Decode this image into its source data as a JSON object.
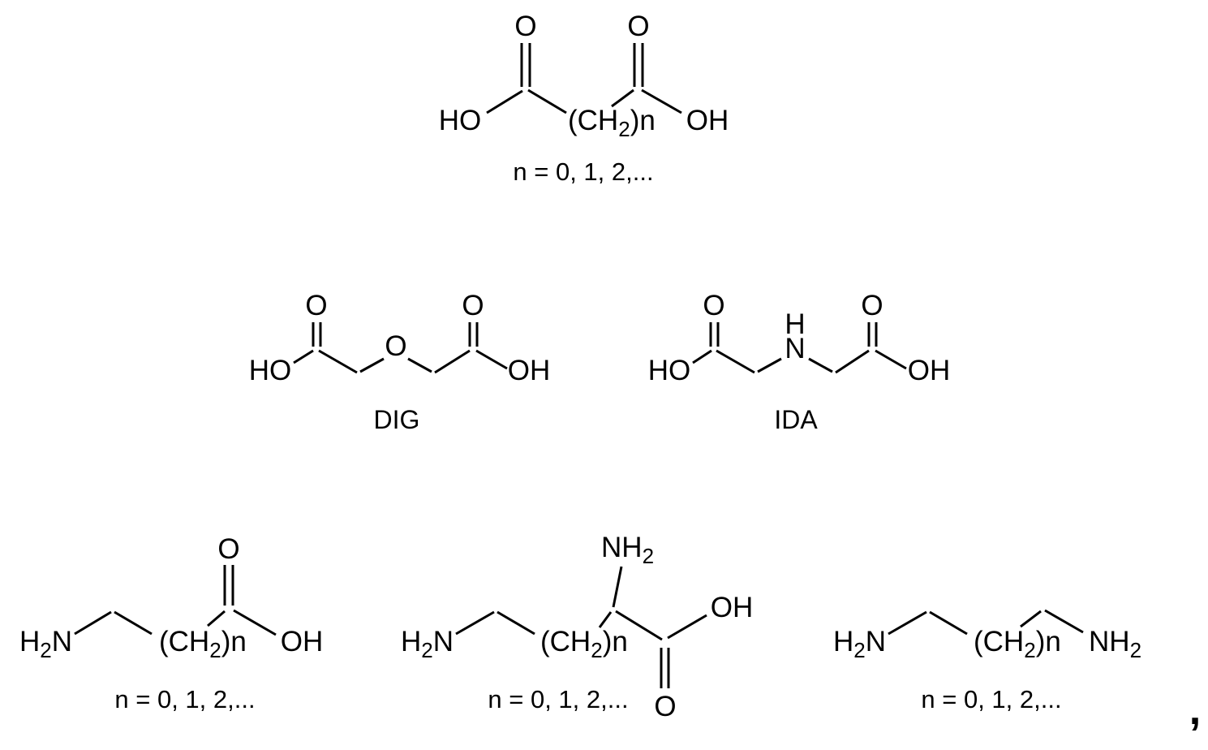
{
  "figure": {
    "colors": {
      "ink": "#000000",
      "background": "#ffffff"
    },
    "diacid": {
      "carbonyl_o_left": "O",
      "carbonyl_o_right": "O",
      "hydroxyl_left": "HO",
      "chain_prefix": "(CH",
      "chain_subscript": "2",
      "chain_suffix": ")n",
      "hydroxyl_right": "OH",
      "caption": "n = 0, 1, 2,..."
    },
    "dig": {
      "carbonyl_o_left": "O",
      "carbonyl_o_right": "O",
      "hydroxyl_left": "HO",
      "ether_oxygen": "O",
      "hydroxyl_right": "OH",
      "name": "DIG"
    },
    "ida": {
      "carbonyl_o_left": "O",
      "carbonyl_o_right": "O",
      "hydroxyl_left": "HO",
      "amine_h": "H",
      "amine_n": "N",
      "hydroxyl_right": "OH",
      "name": "IDA"
    },
    "amino_acid": {
      "carbonyl_o": "O",
      "amine_prefix": "H",
      "amine_subscript": "2",
      "amine_suffix": "N",
      "chain_prefix": "(CH",
      "chain_subscript": "2",
      "chain_suffix": ")n",
      "hydroxyl": "OH",
      "caption": "n = 0, 1, 2,..."
    },
    "diamino_acid": {
      "alpha_amine_prefix": "NH",
      "alpha_amine_subscript": "2",
      "amine_prefix": "H",
      "amine_subscript": "2",
      "amine_suffix": "N",
      "chain_prefix": "(CH",
      "chain_subscript": "2",
      "chain_suffix": ")n",
      "hydroxyl": "OH",
      "carbonyl_o": "O",
      "caption": "n = 0, 1, 2,..."
    },
    "diamine": {
      "amine_left_prefix": "H",
      "amine_left_subscript": "2",
      "amine_left_suffix": "N",
      "chain_prefix": "(CH",
      "chain_subscript": "2",
      "chain_suffix": ")n",
      "amine_right_prefix": "NH",
      "amine_right_subscript": "2",
      "caption": "n = 0, 1, 2,..."
    },
    "trailing_comma": ","
  }
}
